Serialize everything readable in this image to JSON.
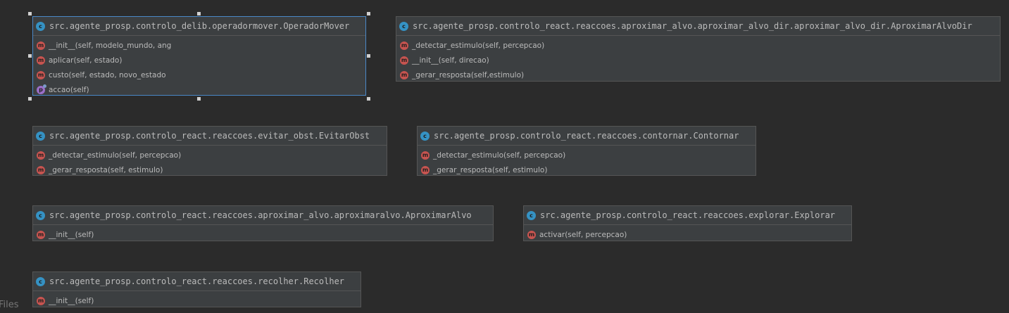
{
  "diagram": {
    "classes": [
      {
        "title": "src.agente_prosp.controlo_delib.operadormover.OperadorMover",
        "members": [
          {
            "kind": "method",
            "icon_letter": "m",
            "text": "__init__(self, modelo_mundo, ang"
          },
          {
            "kind": "method",
            "icon_letter": "m",
            "text": "aplicar(self, estado)"
          },
          {
            "kind": "method",
            "icon_letter": "m",
            "text": "custo(self, estado, novo_estado"
          },
          {
            "kind": "property",
            "icon_letter": "p",
            "text": "accao(self)"
          }
        ]
      },
      {
        "title": "src.agente_prosp.controlo_react.reaccoes.aproximar_alvo.aproximar_alvo_dir.aproximar_alvo_dir.AproximarAlvoDir",
        "members": [
          {
            "kind": "method",
            "icon_letter": "m",
            "text": "_detectar_estimulo(self, percepcao)"
          },
          {
            "kind": "method",
            "icon_letter": "m",
            "text": "__init__(self, direcao)"
          },
          {
            "kind": "method",
            "icon_letter": "m",
            "text": "_gerar_resposta(self,estimulo)"
          }
        ]
      },
      {
        "title": "src.agente_prosp.controlo_react.reaccoes.evitar_obst.EvitarObst",
        "members": [
          {
            "kind": "method",
            "icon_letter": "m",
            "text": "_detectar_estimulo(self, percepcao)"
          },
          {
            "kind": "method",
            "icon_letter": "m",
            "text": "_gerar_resposta(self, estimulo)"
          }
        ]
      },
      {
        "title": "src.agente_prosp.controlo_react.reaccoes.contornar.Contornar",
        "members": [
          {
            "kind": "method",
            "icon_letter": "m",
            "text": "_detectar_estimulo(self, percepcao)"
          },
          {
            "kind": "method",
            "icon_letter": "m",
            "text": "_gerar_resposta(self, estimulo)"
          }
        ]
      },
      {
        "title": "src.agente_prosp.controlo_react.reaccoes.aproximar_alvo.aproximaralvo.AproximarAlvo",
        "members": [
          {
            "kind": "method",
            "icon_letter": "m",
            "text": "__init__(self)"
          }
        ]
      },
      {
        "title": "src.agente_prosp.controlo_react.reaccoes.explorar.Explorar",
        "members": [
          {
            "kind": "method",
            "icon_letter": "m",
            "text": "activar(self, percepcao)"
          }
        ]
      },
      {
        "title": "src.agente_prosp.controlo_react.reaccoes.recolher.Recolher",
        "members": [
          {
            "kind": "method",
            "icon_letter": "m",
            "text": "__init__(self)"
          }
        ]
      }
    ],
    "class_icon_letter": "c",
    "colors": {
      "background": "#2b2b2b",
      "class_icon": "#3592c4",
      "method_icon": "#c75450",
      "property_icon": "#9b6fc8",
      "selection_border": "#4a88c7"
    }
  },
  "footer": {
    "files_label": "Files"
  }
}
